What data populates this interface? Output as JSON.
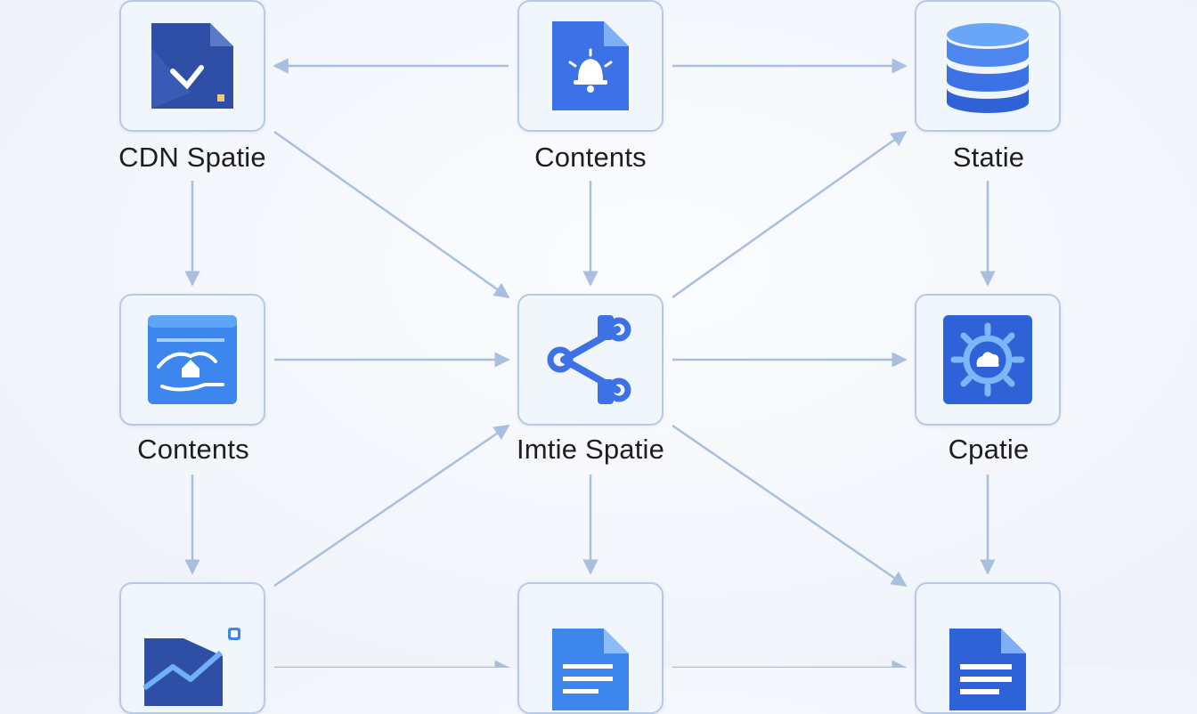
{
  "diagram": {
    "nodes": [
      {
        "id": "n1",
        "label": "CDN Spatie",
        "icon": "document-check-icon"
      },
      {
        "id": "n2",
        "label": "Contents",
        "icon": "document-bell-icon"
      },
      {
        "id": "n3",
        "label": "Statie",
        "icon": "database-icon"
      },
      {
        "id": "n4",
        "label": "Contents",
        "icon": "image-card-icon"
      },
      {
        "id": "n5",
        "label": "Imtie Spatie",
        "icon": "share-icon"
      },
      {
        "id": "n6",
        "label": "Cpatie",
        "icon": "gear-cloud-icon"
      },
      {
        "id": "n7",
        "label": "",
        "icon": "chart-image-icon"
      },
      {
        "id": "n8",
        "label": "",
        "icon": "document-lines-icon"
      },
      {
        "id": "n9",
        "label": "",
        "icon": "document-lines-icon"
      }
    ],
    "edges": [
      {
        "from": "n2",
        "to": "n1"
      },
      {
        "from": "n2",
        "to": "n3"
      },
      {
        "from": "n1",
        "to": "n4"
      },
      {
        "from": "n2",
        "to": "n5"
      },
      {
        "from": "n3",
        "to": "n6"
      },
      {
        "from": "n1",
        "to": "n5"
      },
      {
        "from": "n5",
        "to": "n3"
      },
      {
        "from": "n4",
        "to": "n5"
      },
      {
        "from": "n5",
        "to": "n6"
      },
      {
        "from": "n4",
        "to": "n7"
      },
      {
        "from": "n5",
        "to": "n8"
      },
      {
        "from": "n6",
        "to": "n9"
      },
      {
        "from": "n7",
        "to": "n5"
      },
      {
        "from": "n5",
        "to": "n9"
      },
      {
        "from": "n7",
        "to": "n8"
      },
      {
        "from": "n8",
        "to": "n9"
      }
    ],
    "colors": {
      "edge": "#a9bfe0",
      "icon_dark": "#2f4ea6",
      "icon_mid": "#3d72e6",
      "icon_light": "#5fa0f5"
    }
  }
}
